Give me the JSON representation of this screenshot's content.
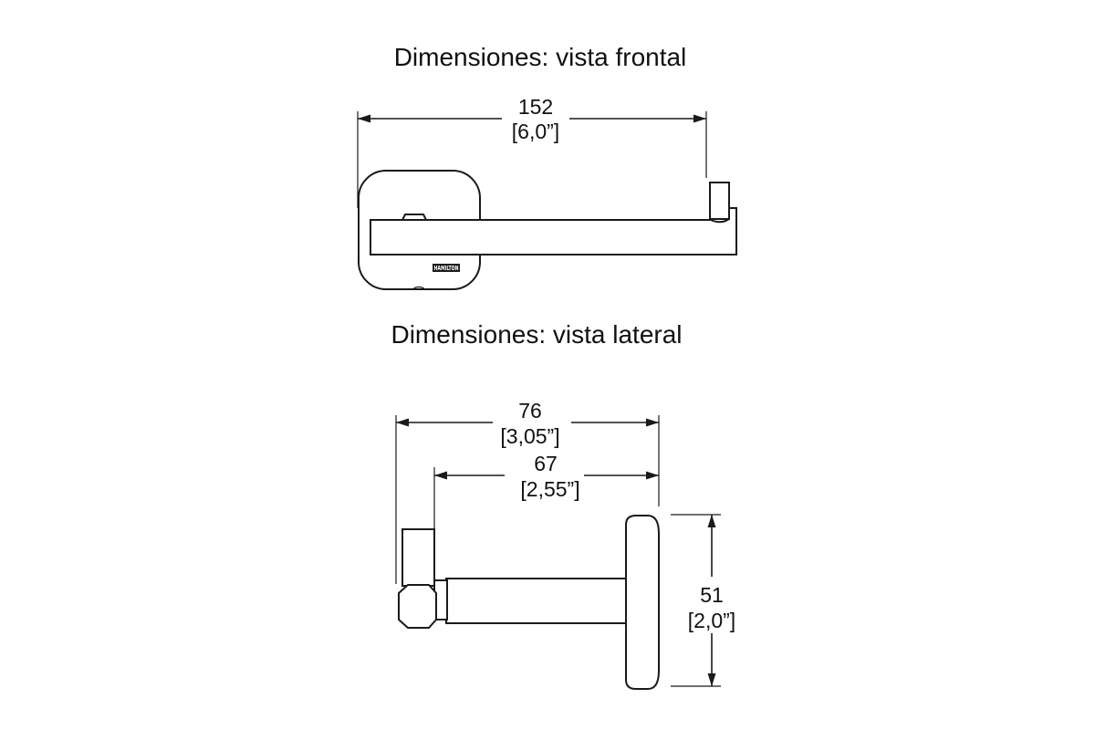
{
  "front_view": {
    "title": "Dimensiones: vista frontal",
    "width_dim": {
      "value": "152",
      "inches": "[6,0”]"
    },
    "stamp_label": "HAMILTON"
  },
  "side_view": {
    "title": "Dimensiones: vista lateral",
    "depth_dim": {
      "value": "76",
      "inches": "[3,05”]"
    },
    "arm_dim": {
      "value": "67",
      "inches": "[2,55”]"
    },
    "height_dim": {
      "value": "51",
      "inches": "[2,0”]"
    }
  },
  "colors": {
    "line": "#1a1a1a",
    "background": "#ffffff"
  }
}
